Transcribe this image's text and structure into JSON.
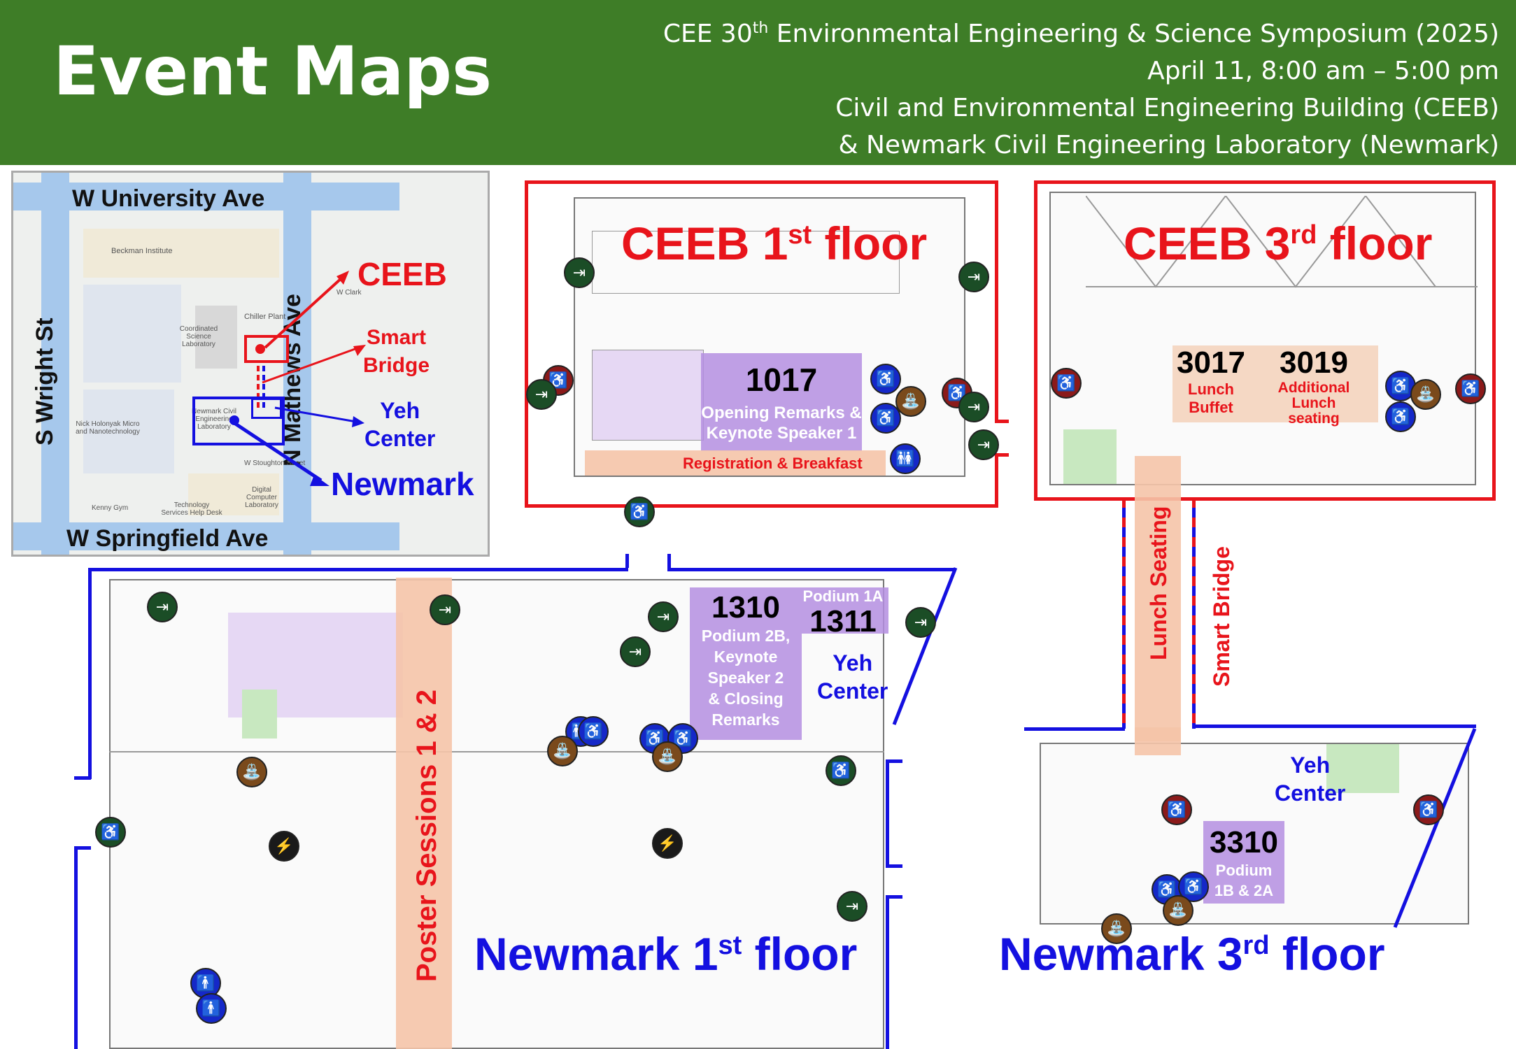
{
  "header": {
    "title": "Event Maps",
    "line1_pre": "CEE 30",
    "line1_sup": "th",
    "line1_post": " Environmental Engineering & Science Symposium (2025)",
    "line2": "April 11, 8:00 am – 5:00 pm",
    "line3": "Civil and Environmental Engineering Building (CEEB)",
    "line4": "& Newmark Civil Engineering Laboratory (Newmark)"
  },
  "overview": {
    "street_north": "W University Ave",
    "street_south": "W Springfield Ave",
    "street_west": "S Wright St",
    "street_east": "N Mathews Ave",
    "ceeb": "CEEB",
    "smart_bridge_1": "Smart",
    "smart_bridge_2": "Bridge",
    "yeh_1": "Yeh",
    "yeh_2": "Center",
    "newmark": "Newmark",
    "place_beckman": "Beckman Institute",
    "place_chiller": "Chiller Plant",
    "place_csl": "Coordinated Science Laboratory",
    "place_holonyak": "Nick Holonyak Micro and Nanotechnology",
    "place_newmark_small": "Newmark Civil Engineering Laboratory",
    "place_digital": "Digital Computer Laboratory",
    "place_kenney": "Kenny Gym",
    "place_tech": "Technology Services Help Desk",
    "place_stoughton": "W Stoughton Street",
    "place_clark": "W Clark"
  },
  "ceeb1": {
    "title_pre": "CEEB 1",
    "title_sup": "st",
    "title_post": " floor",
    "room_num": "1017",
    "room_sub_1": "Opening Remarks &",
    "room_sub_2": "Keynote Speaker 1",
    "reg": "Registration & Breakfast"
  },
  "ceeb3": {
    "title_pre": "CEEB 3",
    "title_sup": "rd",
    "title_post": " floor",
    "r3017": "3017",
    "r3017_1": "Lunch",
    "r3017_2": "Buffet",
    "r3019": "3019",
    "r3019_1": "Additional",
    "r3019_2": "Lunch",
    "r3019_3": "seating"
  },
  "bridge": {
    "lunch_seating": "Lunch Seating",
    "smart_bridge": "Smart Bridge"
  },
  "newmark1": {
    "title_pre": "Newmark 1",
    "title_sup": "st",
    "title_post": " floor",
    "poster": "Poster Sessions 1 & 2",
    "r1310": "1310",
    "r1310_1": "Podium 2B,",
    "r1310_2": "Keynote",
    "r1310_3": "Speaker 2",
    "r1310_4": "& Closing",
    "r1310_5": "Remarks",
    "r1311_1": "Podium 1A",
    "r1311": "1311",
    "yeh_1": "Yeh",
    "yeh_2": "Center"
  },
  "newmark3": {
    "title_pre": "Newmark 3",
    "title_sup": "rd",
    "title_post": " floor",
    "r3310": "3310",
    "r3310_1": "Podium",
    "r3310_2": "1B & 2A",
    "yeh_1": "Yeh",
    "yeh_2": "Center"
  },
  "colors": {
    "banner": "#3e7d27",
    "red": "#e8141b",
    "blue": "#1410e0",
    "room": "#b48ee0",
    "peach": "#f5c4a8"
  },
  "icons": [
    "accessible-icon",
    "restroom-icon",
    "water-fountain-icon",
    "entrance-exit-icon",
    "storm-refuge-icon"
  ]
}
